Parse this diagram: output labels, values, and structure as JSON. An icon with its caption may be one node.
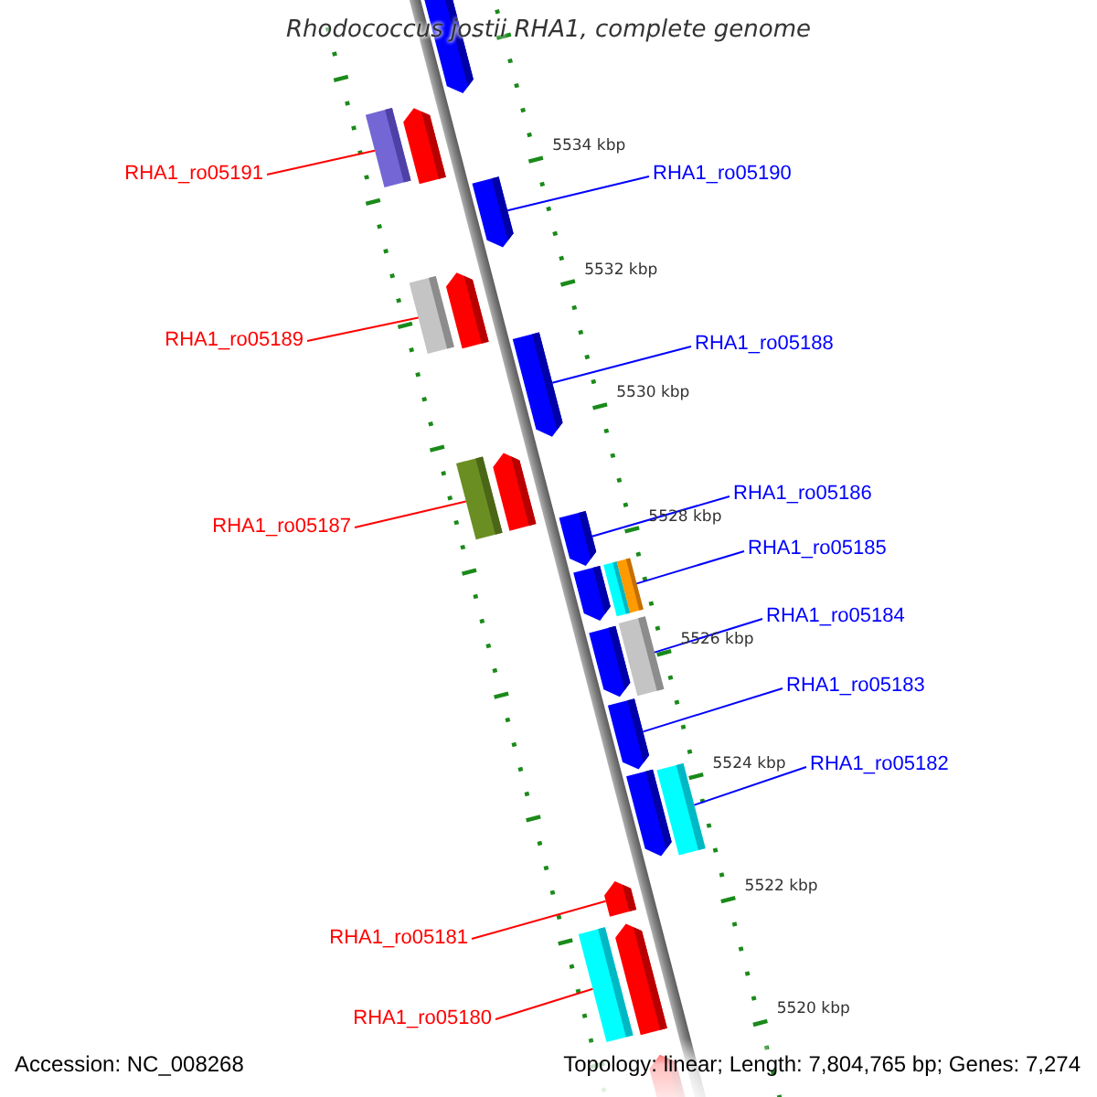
{
  "diagram": {
    "title": "Rhodococcus jostii RHA1, complete genome",
    "nodes": [
      {
        "text": [
          "RHA1_ro05191"
        ]
      },
      {
        "text": [
          "RHA1_ro05190"
        ]
      },
      {
        "text": [
          "RHA1_ro05189"
        ]
      },
      {
        "text": [
          "RHA1_ro05188"
        ]
      },
      {
        "text": [
          "RHA1_ro05186"
        ]
      },
      {
        "text": [
          "RHA1_ro05187"
        ]
      },
      {
        "text": [
          "RHA1_ro05185"
        ]
      },
      {
        "text": [
          "RHA1_ro05184"
        ]
      },
      {
        "text": [
          "RHA1_ro05183"
        ]
      },
      {
        "text": [
          "RHA1_ro05182"
        ]
      },
      {
        "text": [
          "RHA1_ro05181"
        ]
      },
      {
        "text": [
          "RHA1_ro05180"
        ]
      },
      {
        "text": [],
        "shape": "arrow"
      },
      {
        "text": [],
        "shape": "bar"
      },
      {
        "text": [],
        "shape": "arrow"
      },
      {
        "text": [],
        "shape": "arrow"
      },
      {
        "text": [],
        "shape": "bar"
      },
      {
        "text": [],
        "shape": "arrow"
      },
      {
        "text": [],
        "shape": "arrow"
      },
      {
        "text": [],
        "shape": "bar"
      },
      {
        "text": [],
        "shape": "arrow"
      },
      {
        "text": [],
        "shape": "arrow"
      },
      {
        "text": [],
        "shape": "arrow"
      },
      {
        "text": [],
        "shape": "bar"
      },
      {
        "text": [],
        "shape": "bar"
      },
      {
        "text": [],
        "shape": "arrow"
      },
      {
        "text": [],
        "shape": "bar"
      },
      {
        "text": [],
        "shape": "arrow"
      },
      {
        "text": [],
        "shape": "arrow"
      },
      {
        "text": [],
        "shape": "bar"
      },
      {
        "text": [],
        "shape": "arrow"
      },
      {
        "text": [],
        "shape": "bar"
      },
      {
        "text": [],
        "shape": "arrow"
      },
      {
        "text": [],
        "shape": "arrow"
      }
    ],
    "edges": [
      {
        "from": 0,
        "to": 13,
        "arrow": "none",
        "color": "#ff0000"
      },
      {
        "from": 1,
        "to": 15,
        "arrow": "none"
      },
      {
        "from": 2,
        "to": 16,
        "arrow": "none",
        "color": "#ff0000"
      },
      {
        "from": 3,
        "to": 18,
        "arrow": "none"
      },
      {
        "from": 4,
        "to": 21,
        "arrow": "none"
      },
      {
        "from": 5,
        "to": 19,
        "arrow": "none",
        "color": "#ff0000"
      },
      {
        "from": 6,
        "to": 24,
        "arrow": "none"
      },
      {
        "from": 7,
        "to": 26,
        "arrow": "none"
      },
      {
        "from": 8,
        "to": 27,
        "arrow": "none"
      },
      {
        "from": 9,
        "to": 29,
        "arrow": "none"
      },
      {
        "from": 10,
        "to": 30,
        "arrow": "none",
        "color": "#ff0000"
      },
      {
        "from": 11,
        "to": 31,
        "arrow": "none",
        "color": "#ff0000"
      }
    ],
    "labels": [
      "5534 kbp",
      "5532 kbp",
      "5530 kbp",
      "5528 kbp",
      "5526 kbp",
      "5524 kbp",
      "5522 kbp",
      "5520 kbp",
      "Accession: NC_008268",
      "Topology: linear; Length: 7,804,765 bp; Genes: 7,274"
    ]
  }
}
